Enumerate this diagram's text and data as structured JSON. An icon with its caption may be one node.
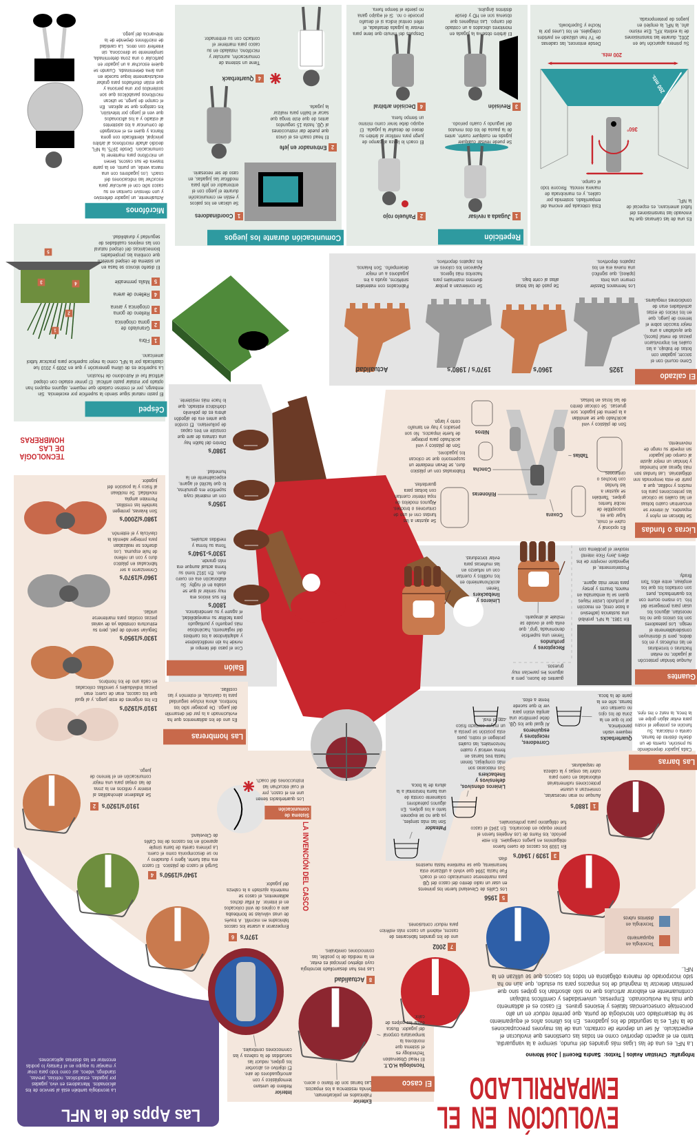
{
  "diagram": {
    "title": "EVOLUCIÓN EN EL EMPARRILLADO",
    "nodes": [
      {
        "text": [
          "Interior",
          "Relleno de uretano termoplástico y con amortiguadores de aire. El objetivo es absorber los golpes, reducir las sacudidas de la cabeza y las conmociones cerebrales."
        ]
      },
      {
        "text": [],
        "shape": "picture"
      },
      {
        "text": [
          "Exterior",
          "Fabricados en policarbonato, brinda resistencia a los impactos. Las barras son de titanio o acero."
        ]
      },
      {
        "text": [],
        "shape": "picture"
      },
      {
        "text": [
          "Tecnología H.O.T.",
          "El Head Observation Technology es el sistema que monitorea la temperatura corporal del jugador. Busca evitar los golpes de calor."
        ]
      },
      {
        "text": [
          "Quarterbacks",
          "requiere visión panorámica, por lo que en la zona de los ojos no cuentan con barras, sólo en la parte de la boca."
        ]
      },
      {
        "text": [],
        "shape": "picture"
      },
      {
        "text": [
          "Corredores, receptores y esquineros",
          "Al igual que los QB, debe permitirse una amplia visión para ver lo que sucede frente a ellos."
        ]
      },
      {
        "text": [],
        "shape": "picture"
      },
      {
        "text": [
          "Linieros ofensivos, defensivos y linebackers",
          "Sus máscaras son más complejas, tienen hasta tres barras en forma vertical y cuatro horizontales, las cuales protegen el rostro, pues esta posición se presta a un mayor contacto físico con el rival."
        ]
      },
      {
        "text": [],
        "shape": "picture"
      },
      {
        "text": [
          "Pateador",
          "Son las más simples, ya que no se exponen tanto a los golpes. En algunos pateadores solamente consta de una barra horizontal a la altura de la boca."
        ]
      },
      {
        "text": [],
        "shape": "picture"
      },
      {
        "text": [
          "Receptores y profundos",
          "Tienen una superficie denominada 'grip', que evita que el ovoide se resbale al atraparlo."
        ]
      },
      {
        "text": [],
        "shape": "picture"
      },
      {
        "text": [
          "Linieros y linebackers",
          "Tienen acolchonamiento en los nudillos y cuentan con un refuerzo en las muñecas para evitar torceduras."
        ]
      },
      {
        "text": [],
        "shape": "picture"
      },
      {
        "text": [],
        "shape": "picture"
      },
      {
        "text": [
          "Coxera"
        ]
      },
      {
        "text": [
          "Tablas"
        ]
      },
      {
        "text": [
          "Riñoneras"
        ]
      },
      {
        "text": [
          "Concha"
        ]
      }
    ],
    "edges": [
      {
        "from": 0,
        "to": 1,
        "arrow": "none"
      },
      {
        "from": 2,
        "to": 3,
        "arrow": "none"
      },
      {
        "from": 4,
        "to": 3,
        "arrow": "none"
      },
      {
        "from": 5,
        "to": 6,
        "arrow": "none"
      },
      {
        "from": 7,
        "to": 8,
        "arrow": "none"
      },
      {
        "from": 9,
        "to": 10,
        "arrow": "none"
      },
      {
        "from": 11,
        "to": 12,
        "arrow": "none"
      },
      {
        "from": 13,
        "to": 14,
        "arrow": "none"
      },
      {
        "from": 15,
        "to": 16,
        "arrow": "none"
      },
      {
        "from": 18,
        "to": 17,
        "arrow": "none"
      },
      {
        "from": 19,
        "to": 17,
        "arrow": "none"
      },
      {
        "from": 20,
        "to": 17,
        "arrow": "none"
      },
      {
        "from": 21,
        "to": 17,
        "arrow": "none"
      }
    ],
    "labels": [
      "Infografía: Christian Avalos | Textos: Sandra Becerril | José Moreno",
      "La NFL es una de las Ligas más grandes del mundo, siempre a la vanguardia, tanto en el aspecto deportivo como en todas las cuestiones que involucran el espectáculo. Al ser un deporte de contacto, una de las mayores preocupaciones de la NFL es la seguridad de los jugadores. En los últimos años el equipamiento se ha desarrollado con tecnología de punta, que permite reducir en un alto porcentaje consecuencias fatales y lesiones graves. El casco es el aditamento que más ha evolucionado. Empresas, universidades y científicos trabajan continuamente en elaborar artículos que no sólo absorban los golpes sino que permitan detectar la magnitud de los impactos para su estudio, que aún no ha sido incorporado de manera obligatoria en todos los cascos que se utilizan en la NFL.",
      "El casco",
      "Sistema de comunicación",
      "Los quarterbacks tienen uno en el casco, por el cual escuchan las instrucciones del coach.",
      "LA INVENCIÓN DEL CASCO",
      "1",
      "1880's",
      "Aunque no eran necesarias, comienzan a usarse protecciones rudimentarias elaboradas en cuero para cubrir las orejas y la cabeza de raspaduras.",
      "3",
      "1939 / 1940's",
      "En 1939 los cascos de cuero fueron obligatorios en juegos colegiales. En este período, los Rams de Los Angeles fueron el primer equipo en decorarlos. En 1943 el casco fue obligatorio para profesionales.",
      "5",
      "1956",
      "Los Cafés de Cleveland fueron los primeros en usar un radio dentro del casco del QB para mantenerse comunicado con el coach. Fue hasta 1994 que volvió a utilizarse esta herramienta, que se mantiene hasta nuestros días.",
      "7",
      "2002",
      "uno de los grandes fabricantes de cascos, elaboró un casco más esférico para reducir contusiones.",
      "8",
      "Actualidad",
      "Las tres han desarrollado tecnología cuyo objetivo principal es evitar, en la medida de lo posible, las conmociones cerebrales.",
      "2",
      "1910's/1920's",
      "Se añadieron almohadillas al interior y orificios en la zona de las orejas para una mejor comunicación en el terreno de juego.",
      "4",
      "1940's/1950's",
      "Surgió el casco de plástico. El casco era más fuerte, ligero y duradero y no se descomponía como el cuero. La primera careta de barra simple apareció en los cascos de los Cafés de Cleveland.",
      "6",
      "1970's",
      "Empezaron a usarse los cascos fabricados en microfill. A través de unas válvulas se bombeaba aire a cojines de vinil colocados en el interior. Al inflar dichos aditamentos, el casco se mantenía ajustado a la cabeza del jugador.",
      "Las barras",
      "Cada jugador dependiendo su posición, cuenta de un diseño distinto de barras, careta o máscara. Su función es proteger el rostro para evitar algún golpe en la boca, la nariz o los ojos.",
      "Guantes",
      "Aunque brindan protección al jugador, no evitan fracturas o torceduras en las muñecas y en los dedos, pero sí disminuyen considerablemente el riesgo. Los pateadores son los únicos que no los necesitan, algunos los usan para protegerse del frío. Lo mismo ocurre con los quarterbacks, pues son contados los que los emplean, entre ellos Tom Brady.",
      "En 1981, la NFL prohibió una sustancia (adhesivo a base cera), en reacción al profundo Lester Hayes quien se la embarraba en manos, brazos y jersey para tener más agarre.",
      "Posteriormente, el legendario receptor de los 49ers Jerry Rice intentó resolver el problema con",
      "guantes de buceo, pero a algunos les parecían muy gruesos.",
      "Licras o fundas",
      "Se fabrican en nylon y espandex. Al interior se encuentran cuatro bolsas en las cuales se colocan las protecciones para los muslos y rodillas, que a partir de esta temporada son obligatorias. Las fundas son más ligeras aún húmedas y brindan un mejor ajuste al cuerpo del jugador sin impedir su rango de movimiento.",
      "Es opcional y cubre el coxis, lugar que es susceptible de recibir fuertes golpes. También se ajustan a las fundas con broches o cinturones.",
      "Son de plástico y vinil acolchado que se amoldan a la pierna del jugador, son gruesas. Se colocan dentro de las licras en bolsas.",
      "Se ajustan a las fundas con el uso de cinturones o broches. Algunos modelos de ropa interior cuentan con bolsas para guardarlas.",
      "Elaboradas con un plástico duro, se llevan mediante un suspensorio que se colocan los jugadores.",
      "Nitros",
      "Son de plástico y vinil acolchado para proteger de fuerte impactos. No son pesados y hay en tamaño corto y largo.",
      "El calzado",
      "Como ocurrió con el soccer, jugaban con botas de trabajo, a las cuales les improvisaron piezas de metal (tacos), que ayudaban a una mejor tracción sobre el terreno de juego, que en los inicios de estas actividades eran de condiciones irregulares.",
      "1925",
      "Los hermanos Dassler crearon una bota (spikes), que significó una nueva era en los zapatos deportivos.",
      "1960's",
      "Se pasó de las botas altas al corte bajo.",
      "1970's / 1980's",
      "Se comienzan a probar diversos materiales para hacerlos más ligeros. Aparecen los colores en los zapatos deportivos.",
      "Actualidad",
      "Fabricados con materiales sintéticos, ayuda a los jugadores a un mejor desempeño. Son livianos.",
      "Es una de las cámaras que ha innovado las transmisiones del futbol americano, es especial de la NFL.",
      "Está colocada por encima del emparrillado, sostenida por cables, y es maniobrada de manera remota. Recorre todo el campo.",
      "Su primera aparición fue en 2001, durante las transmisiones de la extinta XFL. Ese mismo año, la NFL la empleó en juegos de pretemporada.",
      "Desde entonces, las cadenas de TV han utilizado en partidos colegiales, en los Lunes por la Noche y Superbowls.",
      "200 mts.",
      "200 mts.",
      "360°",
      "Repetición",
      "1",
      "Jugada a revisar",
      "Se puede revisar cualquier jugada en cualquier cuarto, antes de la pausa de los dos minutos del segundo y cuarto periodo.",
      "2",
      "Pañuelo rojo",
      "El coach lo lanza al campo de juego para notificar al árbitro su deseo de desafiar la jugada. El equipo debe tener como mínimo un tiempo fuera.",
      "3",
      "Revisión",
      "El árbitro observa la jugada en monitores ubicados a un costado del campo. Las imágenes que observa son en HD y desde distintos ángulos.",
      "4",
      "Decisión arbitral",
      "Después del minuto que tiene para revisar la jugada desafiada, el réferi central indica si el desafío procede o no. Si el equipo gana no pierde el tiempo fuera.",
      "Comunicación durante los juegos",
      "1",
      "Coordinadores",
      "Se ubican en los palcos y están en comunicación durante el juego con el entrenador en jefe para modificar las jugadas, en caso de ser necesario.",
      "2",
      "Entrenador en jefe",
      "El head coach es el único que puede dar instrucciones al QB, hasta 15 segundos antes de que éste tenga que sacar el balón para realizar la jugada.",
      "4",
      "Quarterback",
      "Tiene un sistema de comunicación, auricular y micrófono, instalado en su casco para mantener el contacto con su entrenador.",
      "Micrófonos",
      "Actualmente, un jugador defensivo y uno ofensivo cuentan en su casco sólo con el auricular para escuchar las indicaciones del coach. Los jugadores con una marca verde, un punto, en la parte trasera de sus cascos, tienen un micrófono para mantener la comunicación. Desde 1975, la NFL decidió añadir micrófonos al árbitro principal, identificado con gorra blanca y quien es el encargado de comunicar a los asistentes al estadio y a los aficionados que ven el juego por televisión, los castigos que se aplican. En el campo de juego, se ubican micrófonos parabólicos que son sostenidos por una persona y que están diseñados para grabar exclusivamente loque sucede en una área determinada. Cuando se quiere escuchar a un jugador en particular o una zona determinada, simplemente se direcciona, sin interferir con otros. La cantidad de micrófonos depende de la relevancia del juego.",
      "Césped",
      "El pasto natural sigue siendo la superficie por excelencia. Sin embargo, por el costoso cuidado que requiere, algunos equipos han optado por instalar pasto artificial. El primer estadio con césped artificial fue el Astrodomo de Houston.",
      "La superficie es de última generación y que en 2009 y 2010 fue clasificada por la NFL como la mejor superficie para practicar futbol americano.",
      "1",
      "Fibra",
      "2",
      "Granulado de goma criogénica",
      "3",
      "Relleno de goma criogénica y arena",
      "4",
      "Relleno de arena",
      "5",
      "Malla permeable",
      "El diseño técnico se basa en un sistema de césped sintético que combina las propiedades biomecánicas del césped natural con las mejores cualidades de seguridad y durabilidad.",
      "5",
      "3",
      "4",
      "2",
      "1",
      "Balón",
      "Con el paso del tiempo el ovoide ha ido modificándose y adaptándose a los cambios del reglamento, haciéndose más pequeño y puntiagudo para facilitar su manejabilidad, el agarre y su aerodinámica.",
      "1800's",
      "En sus inicios era muy similar al que se usaba en el rugby. Su elaboración era en cuero duro. En 1912 tomó su forma actual aunque era más grande.",
      "1930's-1940's",
      "Toma su forma y medidas actuales.",
      "1950's",
      "con un material cuya superficie era granulosa, lo que facilitó el agarre, especialmente en la humedad.",
      "1980's",
      "Dentro del balón hay una cámara de aire que consiste en tres capas de poliuretano. El cordón que antes era de algodón ahora es de polivinilo clorhídrico estirado, que lo hace más resistente.",
      "Las hombreras",
      "Es uno de los aditamentos que ha evolucionado a la par del desarrollo del juego. De proteger sólo los hombros, ahora incluye seguridad para la clavícula, el esternón y las costillas.",
      "1910's/1920's",
      "En los orígenes de este juego, y al igual que los cascos, eran de cuero; eran piezas individuales y sencillas colocadas en cada uno de los hombros.",
      "1930's/1950's",
      "Seguían siendo de piel, pero su estructura constaba ya de varias piezas cosidas para mantenerse unidas.",
      "1960's/1970's",
      "Comenzaron a ser fabricadas en plástico duro y con un relleno de hule espuma. Los diseños se realizaban para proteger además la clavícula y el esternón.",
      "1980's/2000's",
      "Son livianas, protegen también las costillas. Permiten amplia movilidad. Se moldean al físico y la posición del jugador.",
      "TECNOLOGÍA DE LAS HOMBRERAS",
      "Las Apps de la NFL",
      "La tecnología también está al servicio de los aficionados. Marcadores en vivo, jugadas por jugadas, estadísticas, noticias, previas, standings, videos, así como todo para crear y manejar tu equipo en el Fantasy lo podrás encontrar en las distintas aplicaciones."
    ],
    "legend": [
      {
        "text": "Tecnología en equipamiento",
        "color": "#c8694b"
      },
      {
        "text": "Tecnología en distintos rubros",
        "color": "#5f86ad"
      }
    ]
  }
}
